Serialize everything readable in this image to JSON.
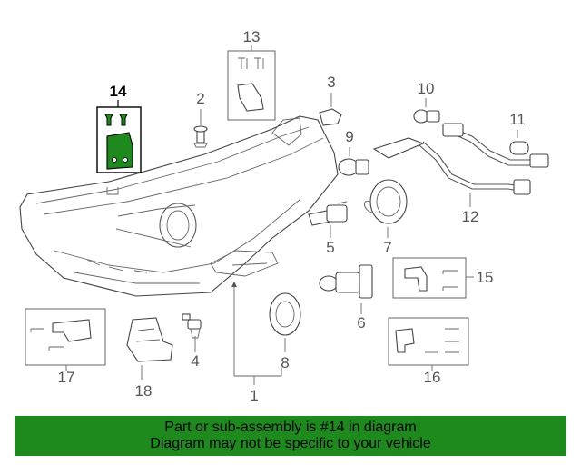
{
  "callouts": {
    "c1": "1",
    "c2": "2",
    "c3": "3",
    "c4": "4",
    "c5": "5",
    "c6": "6",
    "c7": "7",
    "c8": "8",
    "c9": "9",
    "c10": "10",
    "c11": "11",
    "c12": "12",
    "c13": "13",
    "c14": "14",
    "c15": "15",
    "c16": "16",
    "c17": "17",
    "c18": "18"
  },
  "highlight": {
    "part_number": "14",
    "color": "#1e8a1e"
  },
  "banner": {
    "line1": "Part or sub-assembly is #14 in diagram",
    "line2": "Diagram may not be specific to your vehicle",
    "background": "#1e8a1e"
  }
}
